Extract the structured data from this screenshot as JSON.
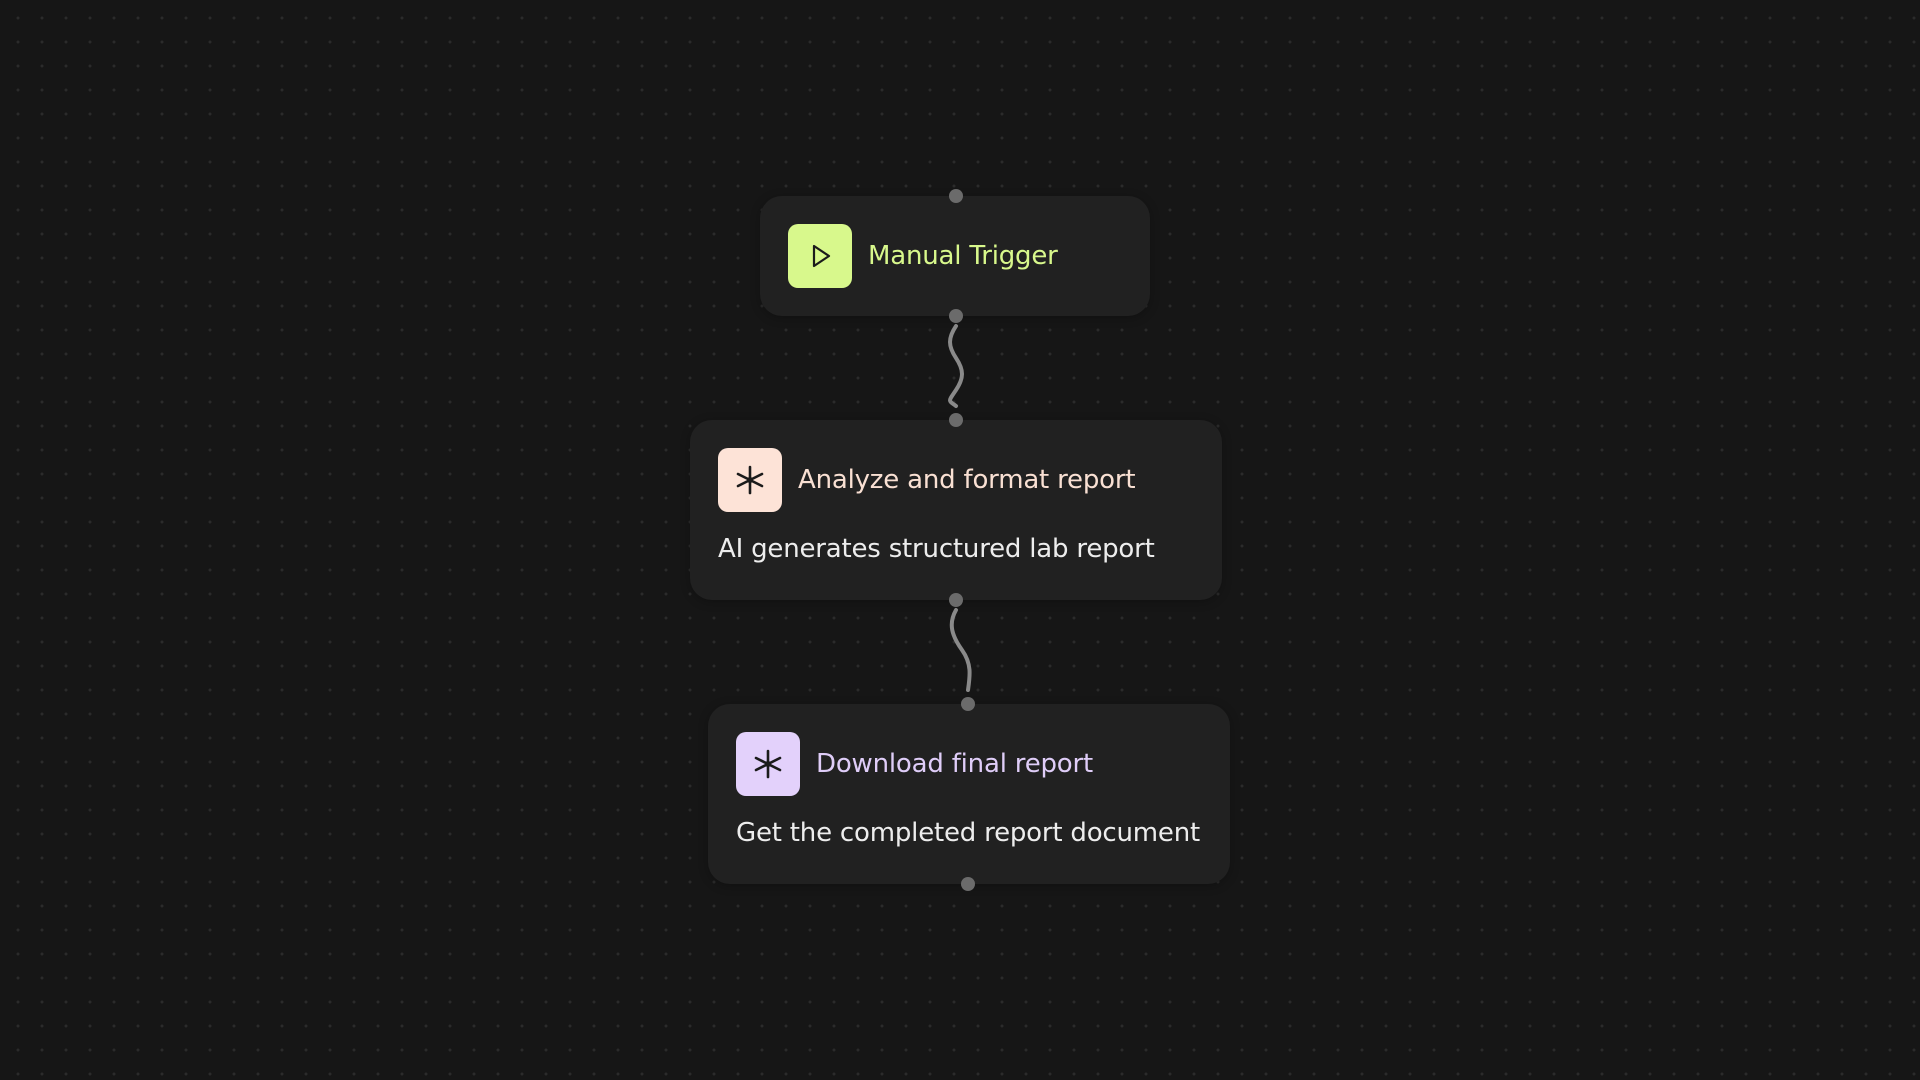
{
  "nodes": [
    {
      "id": "manual-trigger",
      "title": "Manual Trigger",
      "icon": "play-icon",
      "accent": "#d8f88c",
      "icon_fg": "#1b1b1b"
    },
    {
      "id": "analyze-format",
      "title": "Analyze and format report",
      "description": "AI generates structured lab report",
      "icon": "sparkle-asterisk-icon",
      "accent": "#fde3d7",
      "title_color": "#f9e0d3",
      "icon_fg": "#1b1b1b"
    },
    {
      "id": "download-report",
      "title": "Download final report",
      "description": "Get the completed report document",
      "icon": "sparkle-asterisk-icon",
      "accent": "#e3d1fb",
      "title_color": "#dfcdf8",
      "icon_fg": "#1b1b1b"
    }
  ],
  "edges": [
    {
      "from": "manual-trigger",
      "to": "analyze-format"
    },
    {
      "from": "analyze-format",
      "to": "download-report"
    }
  ],
  "colors": {
    "background": "#161616",
    "node_bg": "#212121",
    "handle": "#6b6b6b",
    "edge": "#8a8a8a",
    "description_text": "#ededed"
  }
}
